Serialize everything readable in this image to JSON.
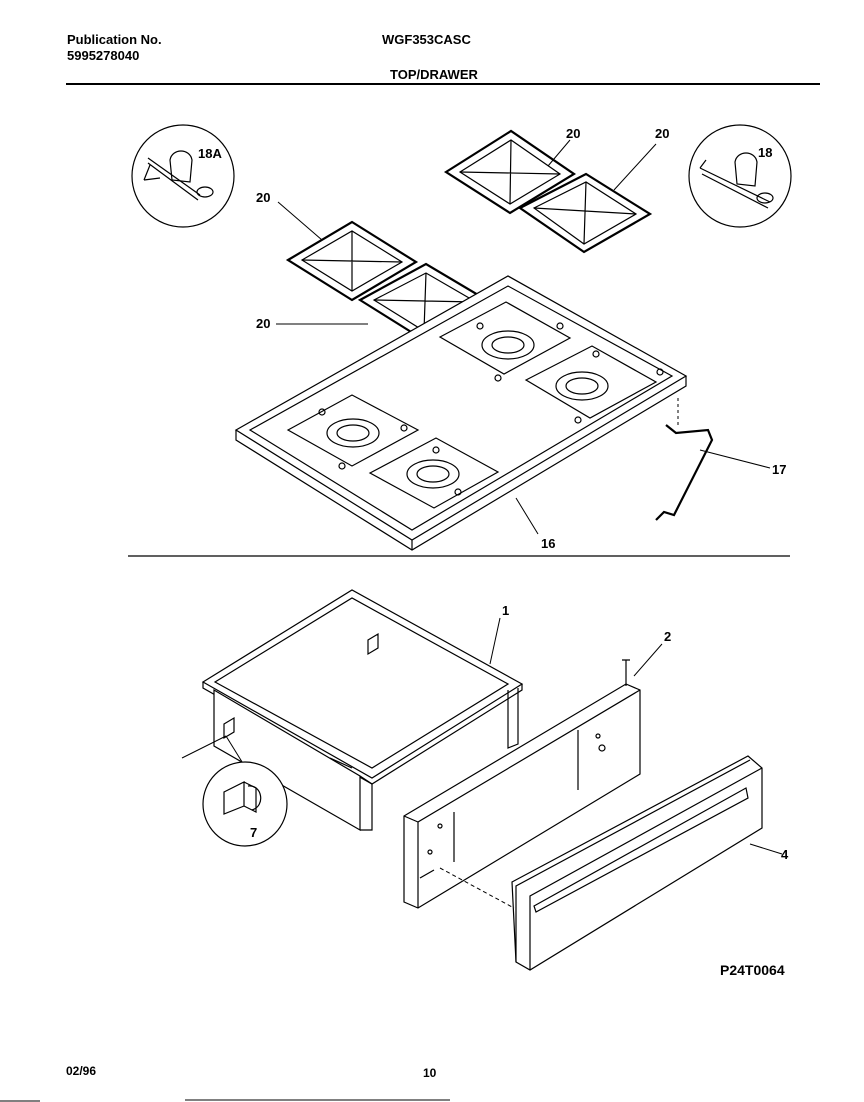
{
  "header": {
    "publication_label": "Publication No.",
    "publication_number": "5995278040",
    "model": "WGF353CASC",
    "section_title": "TOP/DRAWER"
  },
  "callouts": {
    "c18a": "18A",
    "c18": "18",
    "c20_a": "20",
    "c20_b": "20",
    "c20_c": "20",
    "c20_d": "20",
    "c16": "16",
    "c17": "17",
    "c1": "1",
    "c2": "2",
    "c4": "4",
    "c7": "7"
  },
  "diagram_code": "P24T0064",
  "footer": {
    "date": "02/96",
    "page": "10"
  }
}
